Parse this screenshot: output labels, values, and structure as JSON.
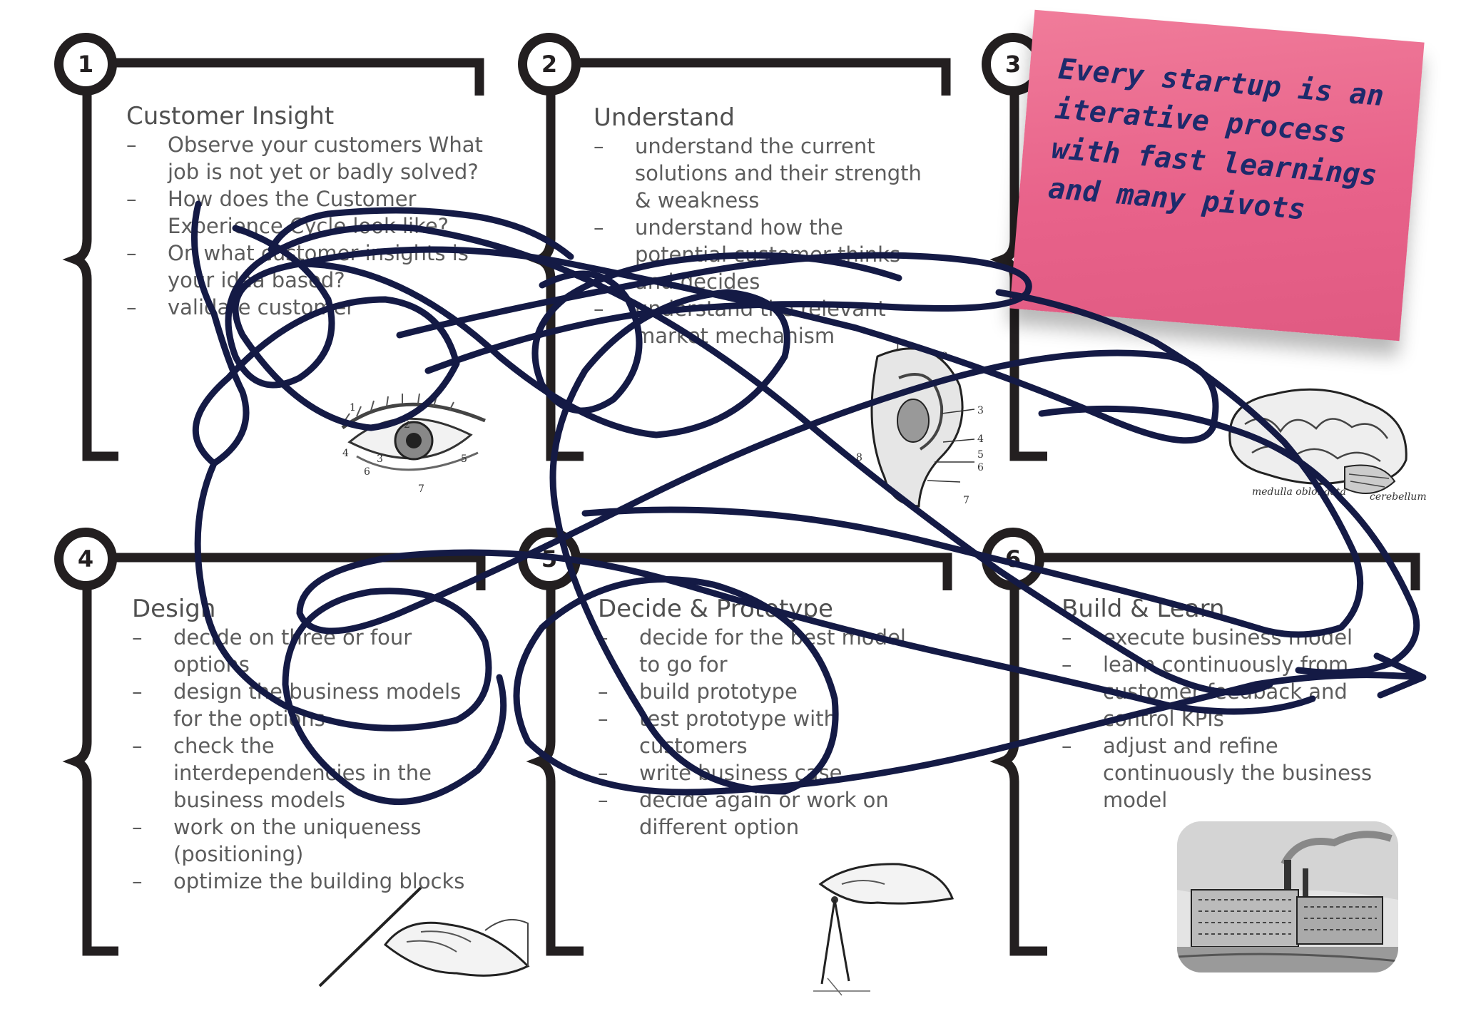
{
  "boxes": [
    {
      "number": "1",
      "title": "Customer Insight",
      "items": [
        "Observe your customers What job is not yet or badly solved?",
        "How does the Customer Experience Cycle look like?",
        "On what customer insights is your idea based?",
        "validate customer"
      ]
    },
    {
      "number": "2",
      "title": "Understand",
      "items": [
        "understand the current solutions and their strength & weakness",
        "understand how the potential customer thinks and decides",
        "understand the relevant market mechanism"
      ]
    },
    {
      "number": "3",
      "title": "",
      "items": []
    },
    {
      "number": "4",
      "title": "Design",
      "items": [
        "decide on three or four options",
        "design the business models for the options",
        "check the interdependencies in the business models",
        "work on the uniqueness (positioning)",
        "optimize the building blocks"
      ]
    },
    {
      "number": "5",
      "title": "Decide & Prototype",
      "items": [
        "decide for the best model to go for",
        "build prototype",
        "test prototype with customers",
        "write business case",
        "decide again or work on different option"
      ]
    },
    {
      "number": "6",
      "title": "Build & Learn",
      "items": [
        "execute business model",
        "learn continuously from customer feedback and control KPIs",
        "adjust and refine continuously the business model"
      ]
    }
  ],
  "sticky_note": {
    "text": "Every startup is an iterative process with fast learnings and many pivots"
  },
  "illustrations": {
    "eye": {
      "labels": [
        "1",
        "2",
        "3",
        "4",
        "5",
        "6",
        "7"
      ]
    },
    "ear": {
      "labels": [
        "1",
        "2",
        "3",
        "4",
        "5",
        "6",
        "7",
        "8"
      ]
    },
    "brain": {
      "labels": [
        "medulla oblongata",
        "cerebellum"
      ]
    }
  },
  "colors": {
    "frame": "#231f20",
    "text": "#5c5c5c",
    "sticky": "#e8628a",
    "sticky_text": "#1d2a6b",
    "scribble": "#141a45"
  }
}
